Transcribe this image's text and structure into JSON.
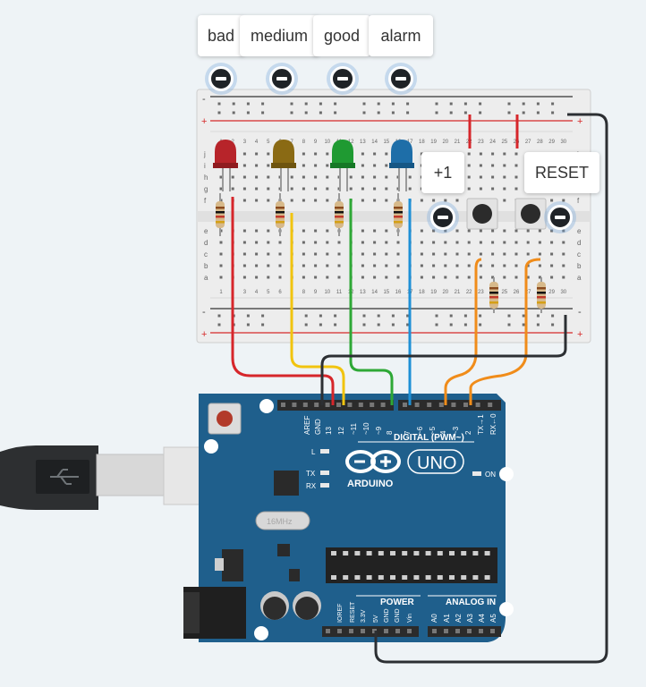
{
  "callouts": {
    "bad": "bad",
    "medium": "medium",
    "good": "good",
    "alarm": "alarm",
    "plus_one": "+1",
    "reset": "RESET"
  },
  "breadboard": {
    "rail_minus": "-",
    "rail_plus": "+",
    "row_letters_top": [
      "j",
      "i",
      "h",
      "g",
      "f"
    ],
    "row_letters_bottom": [
      "e",
      "d",
      "c",
      "b",
      "a"
    ],
    "column_numbers": [
      "1",
      "2",
      "3",
      "4",
      "5",
      "6",
      "7",
      "8",
      "9",
      "10",
      "11",
      "12",
      "13",
      "14",
      "15",
      "16",
      "17",
      "18",
      "19",
      "20",
      "21",
      "22",
      "23",
      "24",
      "25",
      "26",
      "27",
      "28",
      "29",
      "30"
    ]
  },
  "arduino": {
    "brand": "ARDUINO",
    "model": "UNO",
    "digital_label": "DIGITAL (PWM~)",
    "power_label": "POWER",
    "analog_label": "ANALOG IN",
    "digital_pins": [
      "AREF",
      "GND",
      "13",
      "12",
      "~11",
      "~10",
      "~9",
      "8",
      "7",
      "~6",
      "~5",
      "4",
      "~3",
      "2",
      "TX→1",
      "RX←0"
    ],
    "power_pins": [
      "IOREF",
      "RESET",
      "3.3V",
      "5V",
      "GND",
      "GND",
      "Vin"
    ],
    "analog_pins": [
      "A0",
      "A1",
      "A2",
      "A3",
      "A4",
      "A5"
    ],
    "led_labels": [
      "L",
      "TX",
      "RX"
    ],
    "on_label": "ON",
    "crystal_label": "16MHz"
  },
  "colors": {
    "led_red": "#b7242a",
    "led_yellow": "#8a6a14",
    "led_green": "#1f9a32",
    "led_blue": "#1e6ea8",
    "wire_red": "#d6262b",
    "wire_yellow": "#f1c40f",
    "wire_green": "#2ea836",
    "wire_blue": "#1e90d6",
    "wire_orange": "#f08c1a",
    "wire_dark": "#2c2f33",
    "board_blue": "#1f5f8c"
  }
}
